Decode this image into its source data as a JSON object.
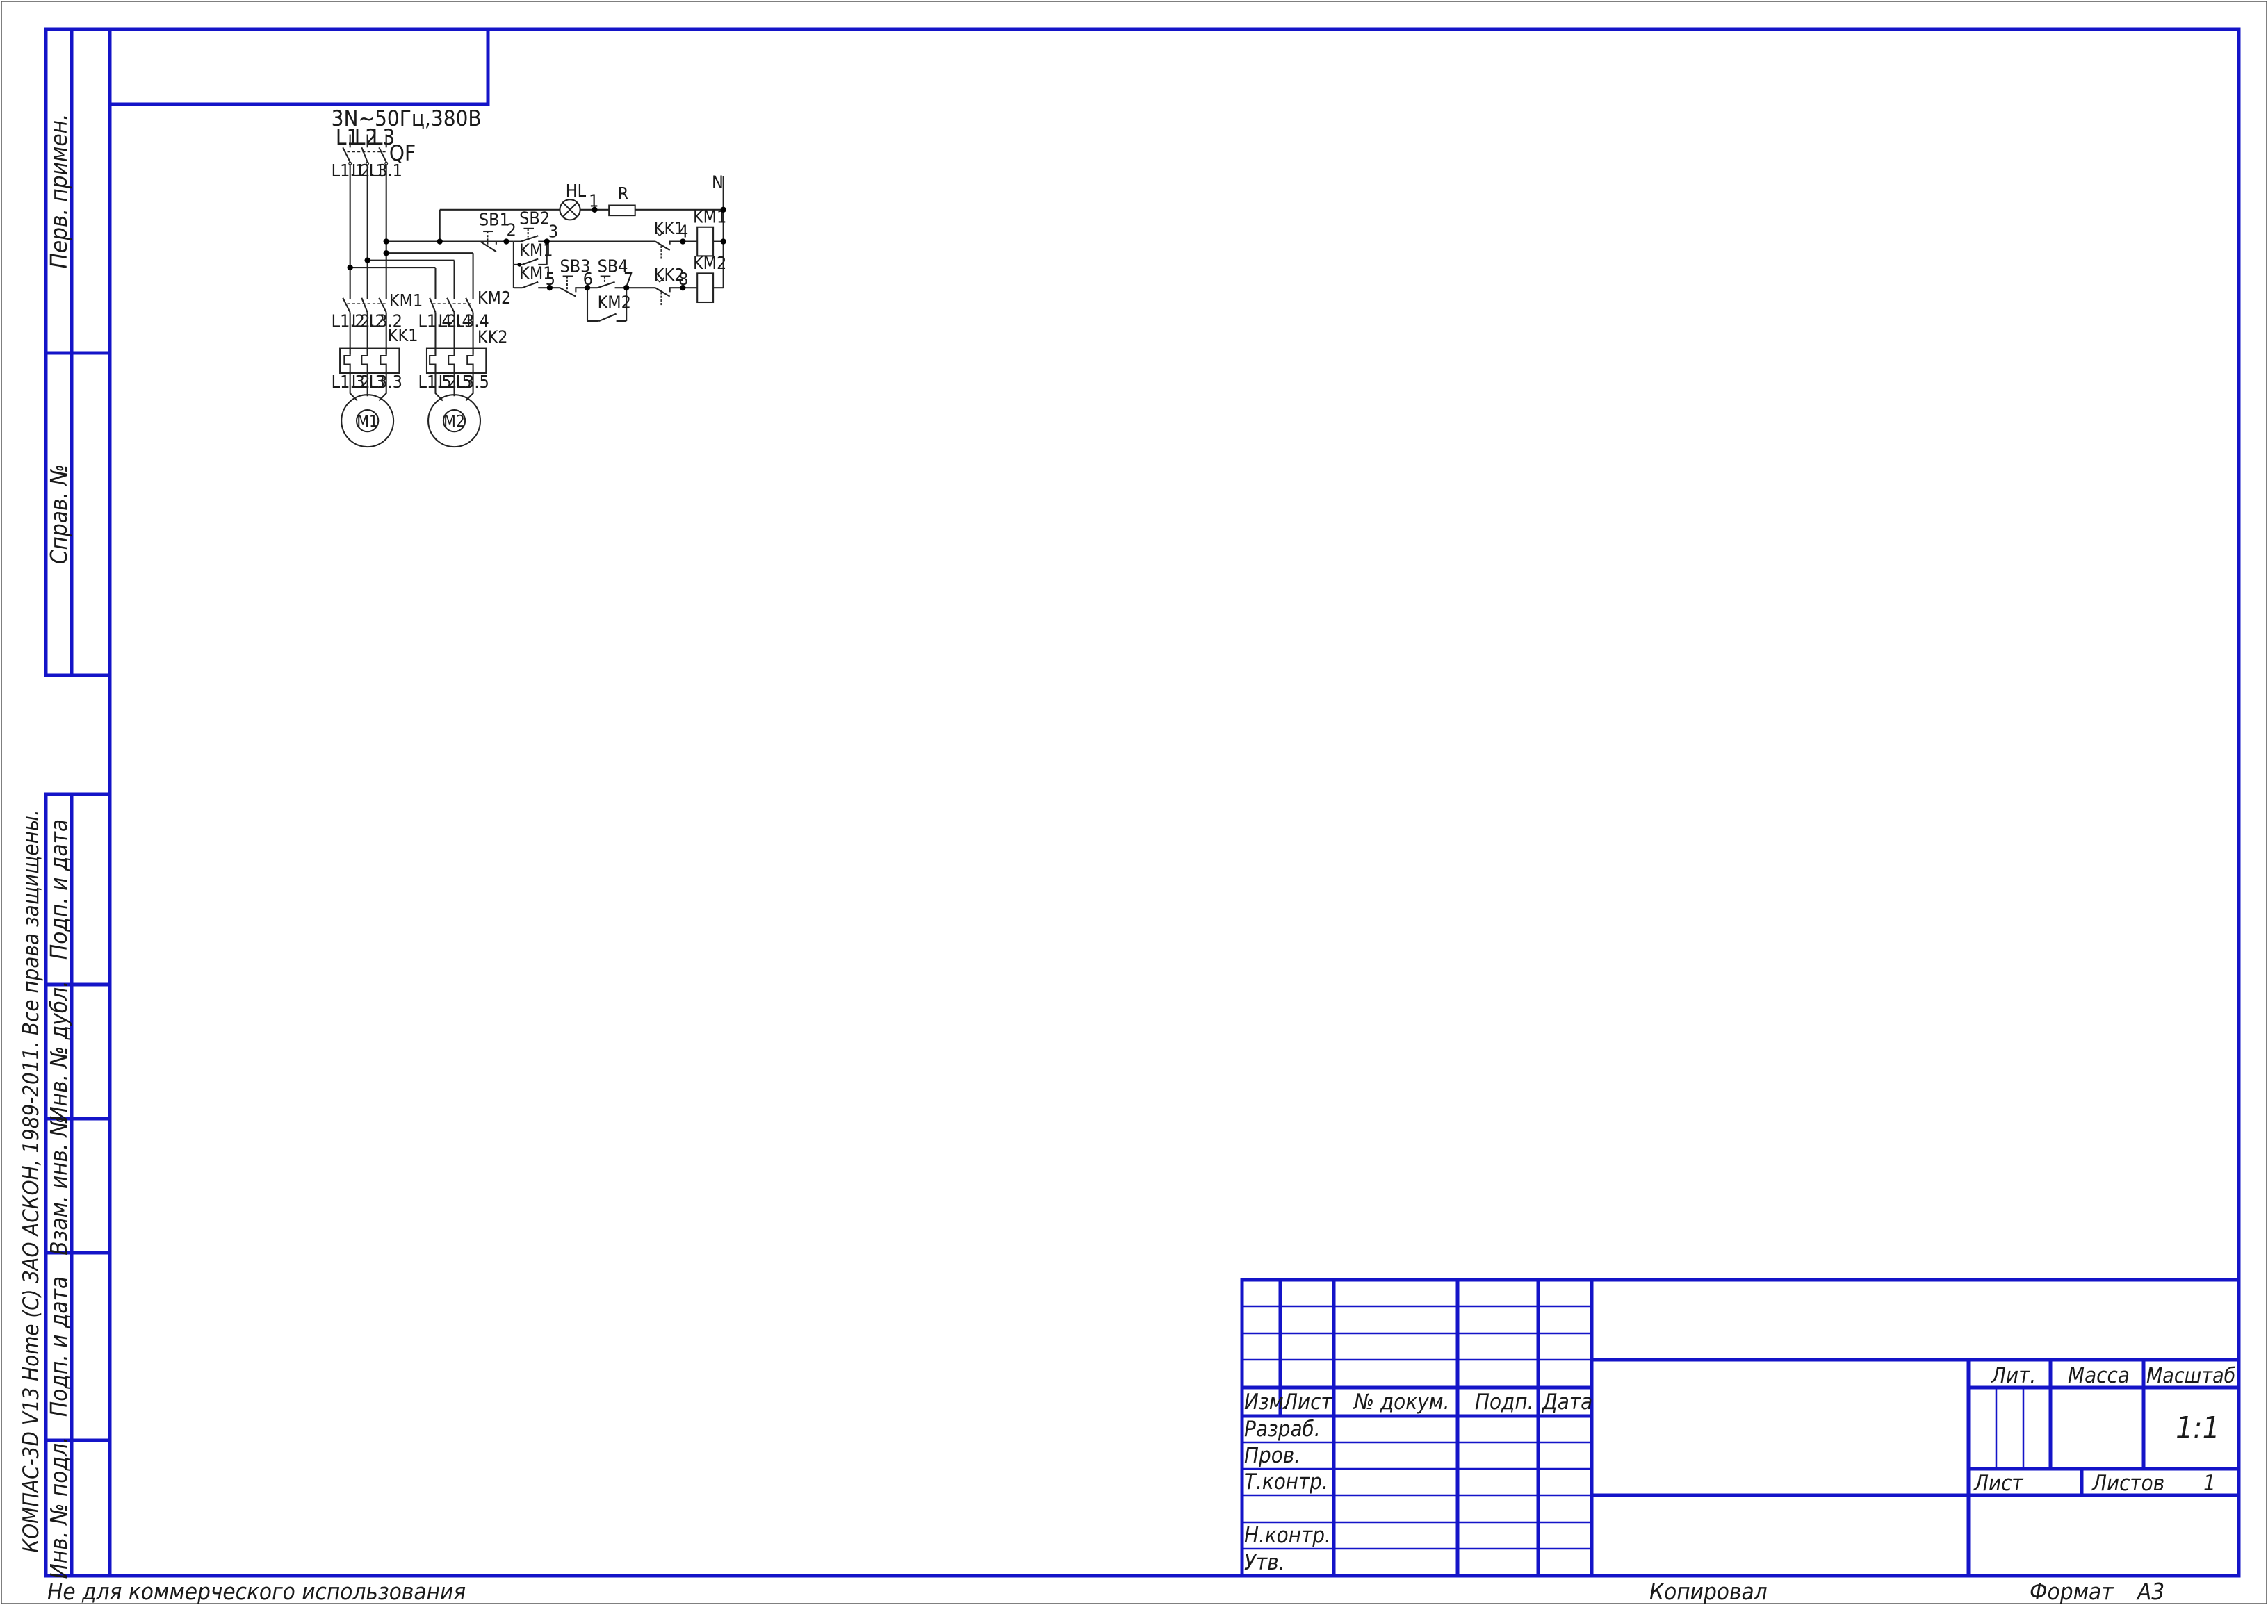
{
  "colors": {
    "frame": "#1414c8",
    "wiring": "#222222",
    "background": "#ffffff"
  },
  "supply": {
    "label": "3N~50Гц,380В",
    "phases": [
      "L1",
      "L2",
      "L3"
    ],
    "breaker": "QF",
    "neutral": "N"
  },
  "power_labels": {
    "after_qf": [
      "L1.1",
      "L2.1",
      "L3.1"
    ],
    "after_km1": [
      "L1.2",
      "L2.2",
      "L3.2"
    ],
    "after_km2": [
      "L1.4",
      "L2.4",
      "L3.4"
    ],
    "motor1_leads": [
      "L1.3",
      "L2.3",
      "L3.3"
    ],
    "motor2_leads": [
      "L1.5",
      "L2.5",
      "L3.5"
    ]
  },
  "devices": {
    "km1": "KM1",
    "km2": "KM2",
    "kk1": "KK1",
    "kk2": "KK2",
    "m1": "M1",
    "m2": "M2",
    "hl": "HL",
    "r": "R",
    "sb1": "SB1",
    "sb2": "SB2",
    "sb3": "SB3",
    "sb4": "SB4"
  },
  "nodes": [
    "1",
    "2",
    "3",
    "4",
    "5",
    "6",
    "7",
    "8"
  ],
  "side_columns": {
    "top": [
      "Перв. примен.",
      "Справ. №"
    ],
    "bottom": [
      "Подп. и дата",
      "Инв. № дубл.",
      "Взам. инв. №",
      "Подп. и дата",
      "Инв. № подл."
    ]
  },
  "copyright": "КОМПАС-3D V13 Home (С) ЗАО АСКОН, 1989-2011. Все права защищены.",
  "footer": {
    "left": "Не для коммерческого использования",
    "copied": "Копировал",
    "format_label": "Формат",
    "format_value": "A3"
  },
  "title_block": {
    "headers": [
      "Изм.",
      "Лист",
      "№ докум.",
      "Подп.",
      "Дата"
    ],
    "roles": [
      "Разраб.",
      "Пров.",
      "Т.контр.",
      "Н.контр.",
      "Утв."
    ],
    "lit": "Лит.",
    "mass": "Масса",
    "scale_label": "Масштаб",
    "scale_value": "1:1",
    "sheet_label": "Лист",
    "sheets_label": "Листов",
    "sheets_value": "1"
  }
}
